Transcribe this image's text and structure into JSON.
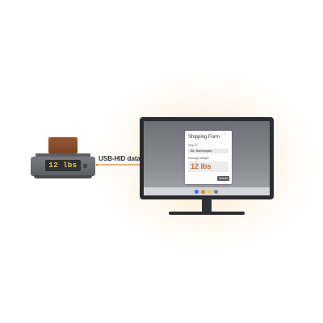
{
  "scale": {
    "display": "12 lbs"
  },
  "connection": {
    "label": "USB-HID data",
    "color": "#e8891e"
  },
  "form": {
    "title": "Shipping Form",
    "ship_to_label": "Ship To",
    "ship_to_value": "TAL Technologies",
    "weight_label": "Package Weight",
    "weight_value": "12 lbs",
    "submit_label": "Submit"
  },
  "taskbar": {
    "icons": [
      "app-icon-blue",
      "app-icon-orange",
      "app-icon-yellow",
      "app-icon-gray"
    ]
  }
}
